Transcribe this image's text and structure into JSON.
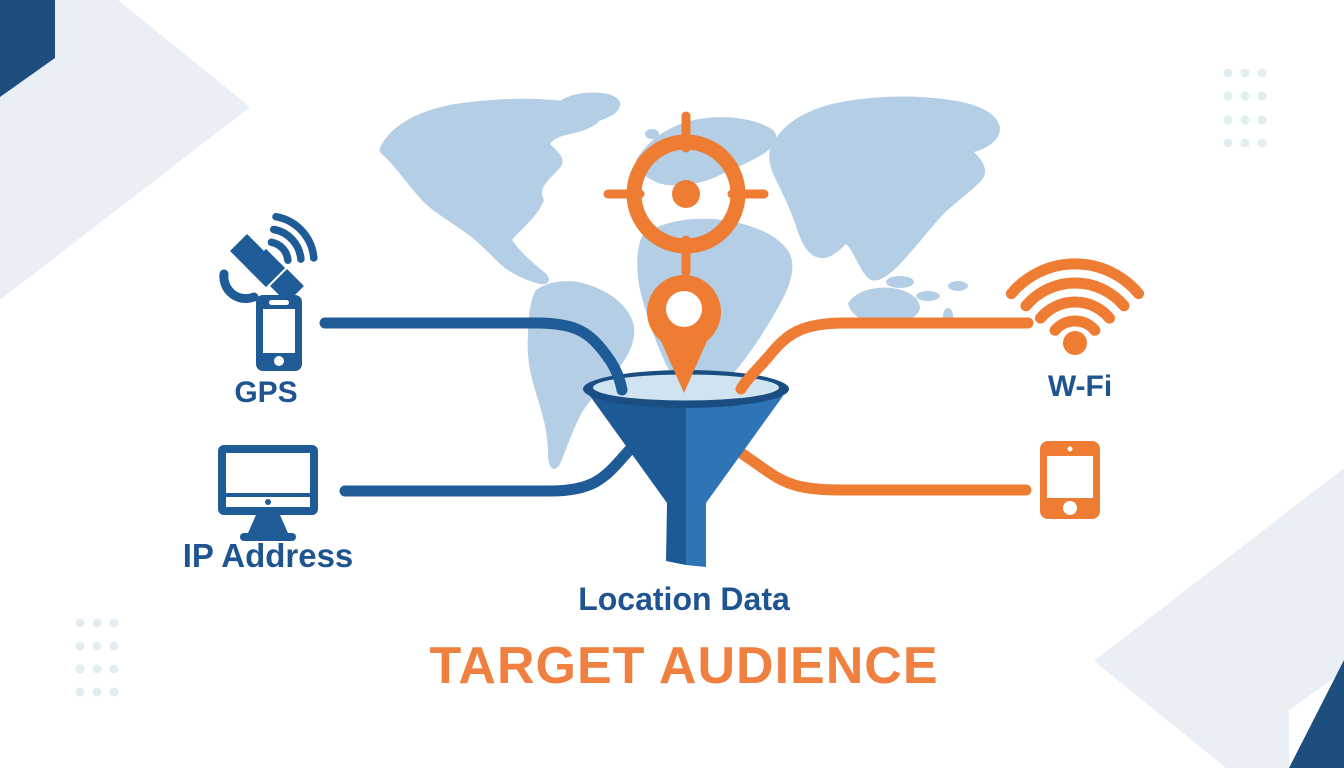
{
  "title": "TARGET AUDIENCE",
  "funnel": {
    "label": "Location Data"
  },
  "sources": [
    {
      "icon": "satellite-smartphone-icon",
      "label": "GPS",
      "side": "left",
      "connector_color": "#1f5b97"
    },
    {
      "icon": "desktop-monitor-icon",
      "label": "IP Address",
      "side": "left",
      "connector_color": "#1f5b97"
    },
    {
      "icon": "wifi-signal-icon",
      "label": "W-Fi",
      "side": "right",
      "connector_color": "#ee7c33"
    },
    {
      "icon": "tablet-icon",
      "label": "",
      "side": "right",
      "connector_color": "#ee7c33"
    }
  ],
  "center_icons": [
    "target-crosshair-icon",
    "location-pin-icon",
    "funnel-icon",
    "world-map"
  ],
  "colors": {
    "primary_blue": "#1f5b97",
    "accent_orange": "#ee7c33",
    "navy": "#1e4e7e",
    "map_blue": "#b4cee6",
    "funnel_inside": "#cfe3f1",
    "funnel_rim": "#1a4e82",
    "funnel_left": "#1d5a95",
    "funnel_right": "#2e74b6",
    "light_band": "#eaeff6",
    "dot_grid": "#e2edf2",
    "text_blue": "#1e5590",
    "title_orange": "#ef8040"
  }
}
